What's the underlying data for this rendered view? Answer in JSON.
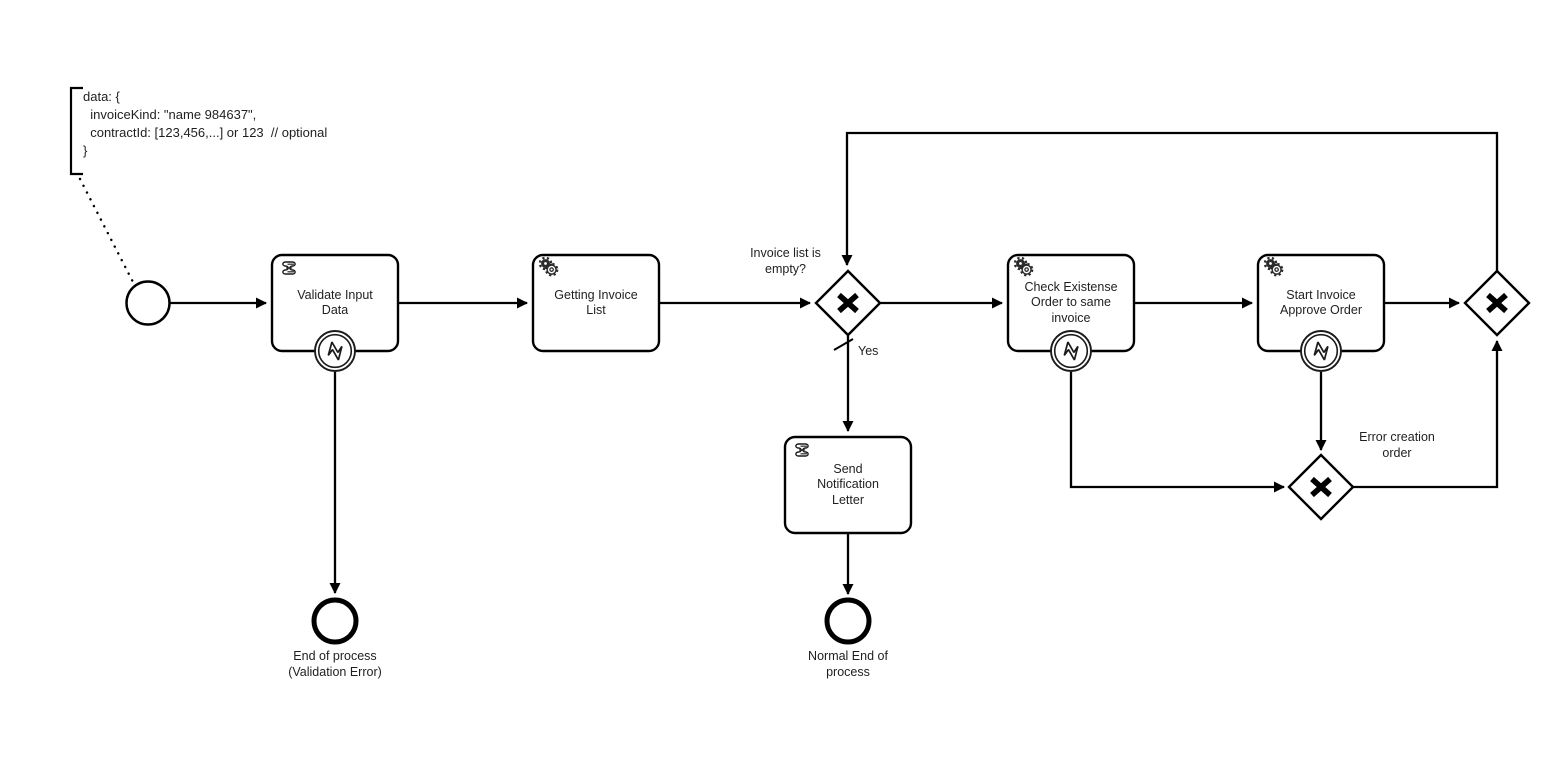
{
  "canvas": {
    "background": "#ffffff",
    "stroke_color": "#000000",
    "text_color": "#1f1f1f"
  },
  "annotation": {
    "text": "data: {\n  invoiceKind: \"name 984637\",\n  contractId: [123,456,...] or 123  // optional\n}"
  },
  "nodes": {
    "start_event": {
      "type": "start-event"
    },
    "validate": {
      "label": "Validate Input\nData",
      "type": "script-task"
    },
    "getting": {
      "label": "Getting Invoice\nList",
      "type": "service-task"
    },
    "send": {
      "label": "Send\nNotification\nLetter",
      "type": "script-task"
    },
    "check": {
      "label": "Check Existense\nOrder to same\ninvoice",
      "type": "service-task"
    },
    "approve": {
      "label": "Start Invoice\nApprove Order",
      "type": "service-task"
    },
    "end_validation": {
      "label": "End of process\n(Validation Error)",
      "type": "end-event"
    },
    "end_normal": {
      "label": "Normal End of\nprocess",
      "type": "end-event"
    }
  },
  "gateways": {
    "invoice_empty": {
      "label": "Invoice list is\nempty?"
    },
    "error_creation": {
      "label": "Error creation\norder"
    },
    "join": {
      "label": ""
    }
  },
  "flows": {
    "yes_label": "Yes"
  }
}
